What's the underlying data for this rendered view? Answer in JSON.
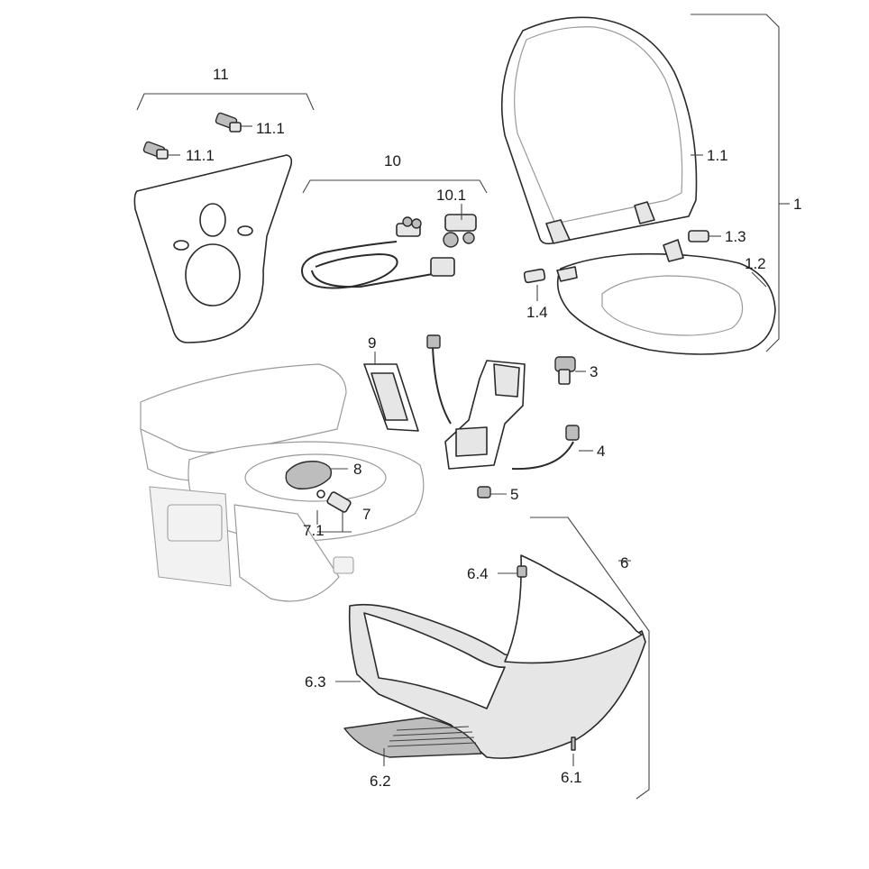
{
  "labels": {
    "l1": "1",
    "l1_1": "1.1",
    "l1_2": "1.2",
    "l1_3": "1.3",
    "l1_4": "1.4",
    "l3": "3",
    "l4": "4",
    "l5": "5",
    "l6": "6",
    "l6_1": "6.1",
    "l6_2": "6.2",
    "l6_3": "6.3",
    "l6_4": "6.4",
    "l7": "7",
    "l7_1": "7.1",
    "l8": "8",
    "l9": "9",
    "l10": "10",
    "l10_1": "10.1",
    "l11": "11",
    "l11_1a": "11.1",
    "l11_1b": "11.1"
  }
}
